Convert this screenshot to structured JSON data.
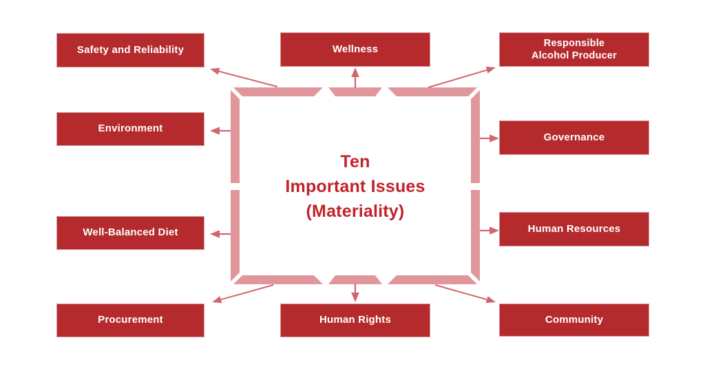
{
  "title": {
    "line1": "Ten",
    "line2": "Important Issues",
    "line3": "(Materiality)"
  },
  "boxes": {
    "safety": {
      "label": "Safety and Reliability"
    },
    "wellness": {
      "label": "Wellness"
    },
    "responsible": {
      "label": "Responsible\nAlcohol Producer"
    },
    "environment": {
      "label": "Environment"
    },
    "governance": {
      "label": "Governance"
    },
    "well_balanced": {
      "label": "Well-Balanced Diet"
    },
    "human_resources": {
      "label": "Human Resources"
    },
    "procurement": {
      "label": "Procurement"
    },
    "human_rights": {
      "label": "Human Rights"
    },
    "community": {
      "label": "Community"
    }
  },
  "colors": {
    "box_red": "#b42a2d",
    "box_edge": "#d89298",
    "title_red": "#c2232a",
    "frame_pink": "#e0979c",
    "arrow_rose": "#d2666d",
    "text_white": "#ffffff",
    "background": "#ffffff"
  }
}
